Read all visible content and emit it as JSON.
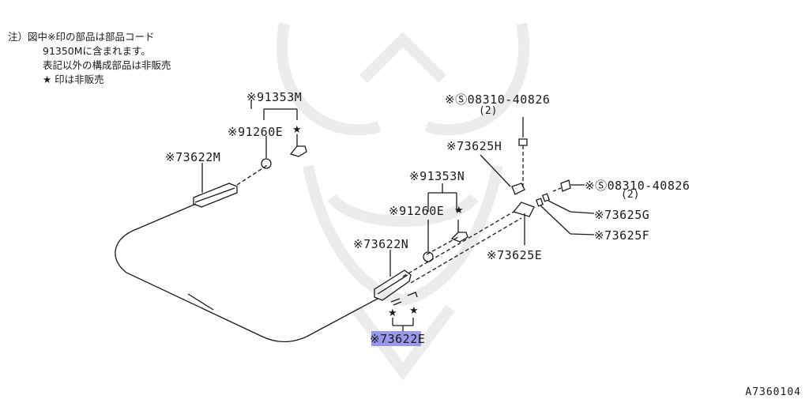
{
  "note": {
    "line1": "注）図中※印の部品は部品コード",
    "line2": "91350Mに含まれます。",
    "line3": "表記以外の構成部品は非販売",
    "line4": "★ 印は非販売"
  },
  "callouts": {
    "c91353M": "※91353M",
    "c91260E_left": "※91260E",
    "c73622M": "※73622M",
    "c08310_top": "※Ⓢ08310-40826",
    "c08310_top_qty": "(2)",
    "c73625H": "※73625H",
    "c91353N": "※91353N",
    "c08310_right": "※Ⓢ08310-40826",
    "c08310_right_qty": "(2)",
    "c91260E_right": "※91260E",
    "c73625G": "※73625G",
    "c73625F": "※73625F",
    "c73622N": "※73622N",
    "c73625E": "※73625E",
    "c73622E": "※73622E"
  },
  "star": "★",
  "drawing_number": "A7360104",
  "colors": {
    "line": "#1a1a1a",
    "highlight": "#8a87e8",
    "watermark": "#ececec"
  }
}
